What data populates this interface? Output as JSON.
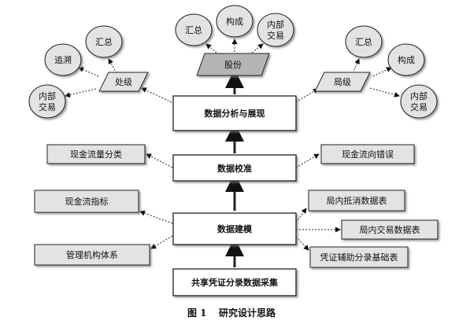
{
  "center": {
    "top": "数据分析与展现",
    "mid": "数据校准",
    "low": "数据建模",
    "base": "共享凭证分录数据采集"
  },
  "left_boxes": {
    "l1": "现金流量分类",
    "l2": "现金流指标",
    "l3": "管理机构体系"
  },
  "right_boxes": {
    "r1": "现金流向错误",
    "r2": "局内抵消数据表",
    "r3": "局内交易数据表",
    "r4": "凭证辅助分录基础表"
  },
  "parallelograms": {
    "left": "处级",
    "center": "股份",
    "right": "局级"
  },
  "circles": {
    "left_1": "追溯",
    "left_2": "汇总",
    "left_3a": "内部",
    "left_3b": "交易",
    "center_1": "汇总",
    "center_2": "构成",
    "center_3a": "内部",
    "center_3b": "交易",
    "right_1": "汇总",
    "right_2": "构成",
    "right_3a": "内部",
    "right_3b": "交易"
  },
  "caption": {
    "fig": "图 1",
    "title": "研究设计思路"
  }
}
